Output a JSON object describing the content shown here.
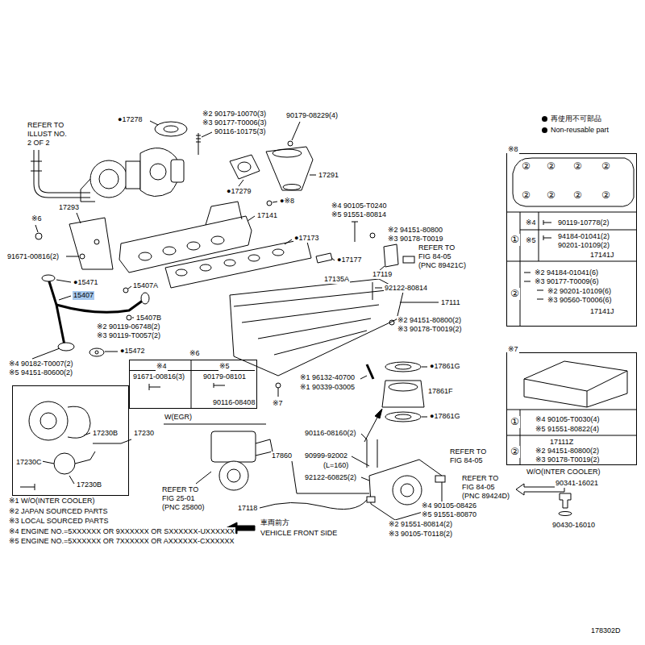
{
  "diagram": {
    "nodes": [
      {
        "text": [
          "※8",
          "②",
          "②",
          "②",
          "②",
          "②",
          "②",
          "②",
          "②",
          "①",
          "※4",
          "90119-10778(2)",
          "※5",
          "94184-01041(2)",
          "90201-10109(2)",
          "17141J",
          "②",
          "※2 94184-01041(6)",
          "※3 90177-T0009(6)",
          "※2 90201-10109(6)",
          "※3 90560-T0006(6)",
          "17141J"
        ]
      },
      {
        "text": [
          "※6",
          "※4",
          "※5",
          "91671-00816(3)",
          "90179-08101",
          "90116-08408"
        ]
      },
      {
        "text": [
          "※7",
          "①",
          "※4 90105-T0030(4)",
          "※5 91551-80822(4)",
          "②",
          "17111Z",
          "※2 94151-80800(2)",
          "※3 90178-T0019(2)"
        ]
      },
      {
        "text": [
          "17230B",
          "17230C",
          "17230B"
        ]
      }
    ],
    "labels": [
      "●17278",
      "※2 90179-10070(3)",
      "※3 90177-T0006(3)",
      "90116-10175(3)",
      "90179-08229(4)",
      "REFER TO ILLUST NO. 2 OF 2",
      "●17279",
      "17291",
      "●※8",
      "17293",
      "※6",
      "17141",
      "※4 90105-T0240",
      "※5 91551-80814",
      "※2 94151-80800",
      "※3 90178-T0019",
      "●17173",
      "REFER TO FIG 84-05 (PNC 89421C)",
      "91671-00816(2)",
      "●17177",
      "17119",
      "17135A",
      "●15471",
      "15407",
      "15407A",
      "92122-80814",
      "17111",
      "15407B",
      "※2 94151-80800(2)",
      "※3 90178-T0019(2)",
      "※2 90119-06748(2)",
      "※3 90119-T0057(2)",
      "●15472",
      "※4 90182-T0007(2)",
      "※5 94151-80600(2)",
      "●17861G",
      "※1 96132-40700",
      "※1 90339-03005",
      "17861F",
      "※7",
      "●17861G",
      "W(EGR)",
      "90116-08160(2)",
      "17860",
      "90999-92002",
      "(L=160)",
      "REFER TO FIG 84-05",
      "W/O(INTER COOLER)",
      "92122-60825(2)",
      "REFER TO FIG 84-05 (PNC 89424D)",
      "90341-16021",
      "REFER TO FIG 25-01 (PNC 25800)",
      "※1 W/O(INTER COOLER)",
      "※4 90105-08426",
      "※5 91551-80870",
      "17118",
      "※2 JAPAN SOURCED PARTS",
      "車両前方",
      "90430-16010",
      "※2 91551-80814(2)",
      "※3 90105-T0118(2)",
      "※3 LOCAL SOURCED PARTS",
      "VEHICLE FRONT SIDE",
      "※4 ENGINE NO.=5XXXXXX OR 9XXXXXX OR SXXXXXX-UXXXXXX",
      "※5 ENGINE NO.=5XXXXXX OR 7XXXXXX OR AXXXXXX-CXXXXXX",
      "17230",
      "178302D"
    ],
    "legend": [
      {
        "text": "再使用不可部品",
        "color": "#000000"
      },
      {
        "text": "Non-reusable part",
        "color": "#000000"
      }
    ]
  }
}
